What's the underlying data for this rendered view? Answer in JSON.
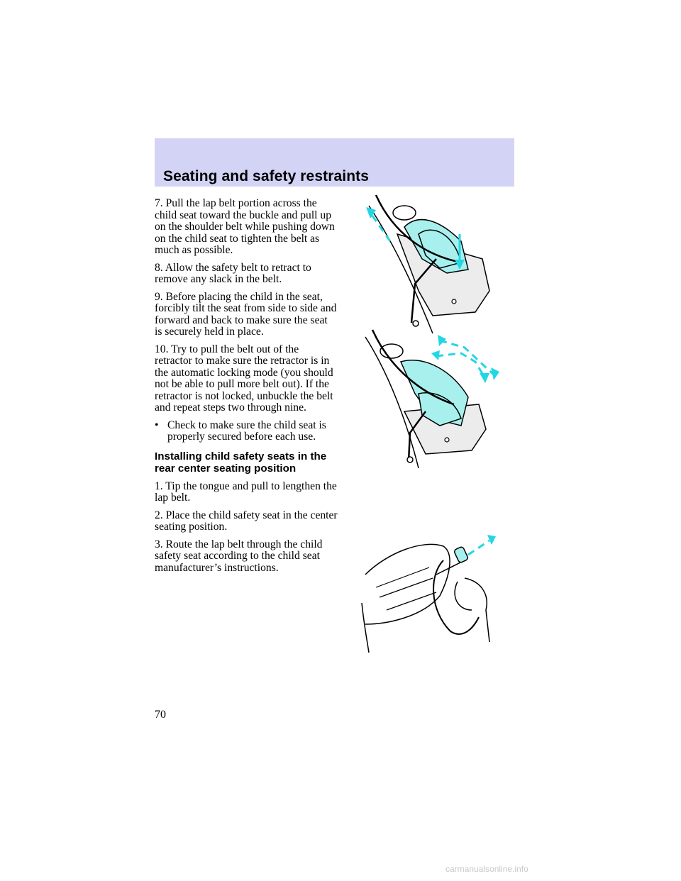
{
  "header": {
    "title": "Seating and safety restraints"
  },
  "steps_a": [
    "7. Pull the lap belt portion across the child seat toward the buckle and pull up on the shoulder belt while pushing down on the child seat to tighten the belt as much as possible.",
    "8. Allow the safety belt to retract to remove any slack in the belt.",
    "9. Before placing the child in the seat, forcibly tilt the seat from side to side and forward and back to make sure the seat is securely held in place.",
    "10. Try to pull the belt out of the retractor to make sure the retractor is in the automatic locking mode (you should not be able to pull more belt out). If the retractor is not locked, unbuckle the belt and repeat steps two through nine."
  ],
  "bullet": {
    "symbol": "•",
    "text": "Check to make sure the child seat is properly secured before each use."
  },
  "subheading": "Installing child safety seats in the rear center seating position",
  "steps_b": [
    "1. Tip the tongue and pull to lengthen the lap belt.",
    "2. Place the child safety seat in the center seating position.",
    "3. Route the lap belt through the child safety seat according to the child seat manufacturer’s instructions."
  ],
  "page_number": "70",
  "footer": "carmanualsonline.info",
  "colors": {
    "header_band": "#d3d3f6",
    "illustration_fill": "#a8f0ee",
    "arrow": "#22d6e6",
    "seat_fill": "#ececec"
  }
}
